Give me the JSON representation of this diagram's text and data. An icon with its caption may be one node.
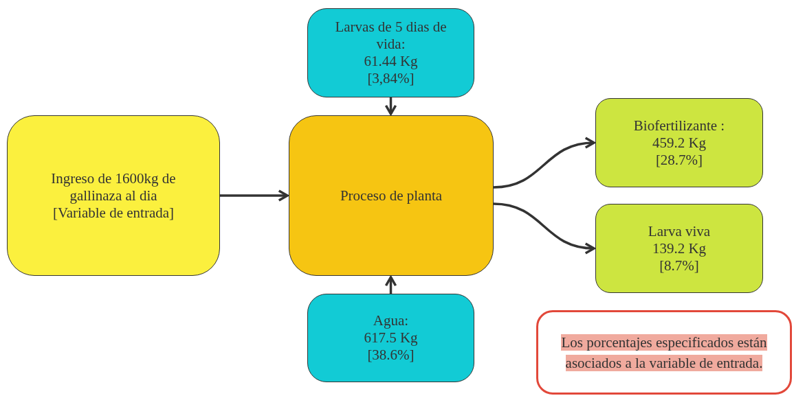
{
  "diagram": {
    "nodes": [
      {
        "text": [
          "Larvas de 5 dias de vida:",
          "61.44 Kg",
          "[3,84%]"
        ]
      },
      {
        "text": [
          "Ingreso de 1600kg de gallinaza al dia",
          "[Variable de entrada]"
        ]
      },
      {
        "text": [
          "Proceso de planta"
        ]
      },
      {
        "text": [
          "Biofertilizante :",
          "459.2 Kg",
          "[28.7%]"
        ]
      },
      {
        "text": [
          "Larva viva",
          "139.2 Kg",
          "[8.7%]"
        ]
      },
      {
        "text": [
          "Agua:",
          "617.5 Kg",
          "[38.6%]"
        ]
      },
      {
        "text": [
          "Los porcentajes especificados están asociados a la variable de entrada."
        ]
      }
    ],
    "edges": [
      {
        "from": 0,
        "to": 2,
        "arrow": "to"
      },
      {
        "from": 1,
        "to": 2,
        "arrow": "to"
      },
      {
        "from": 5,
        "to": 2,
        "arrow": "to"
      },
      {
        "from": 2,
        "to": 3,
        "arrow": "to"
      },
      {
        "from": 2,
        "to": 4,
        "arrow": "to"
      }
    ]
  }
}
